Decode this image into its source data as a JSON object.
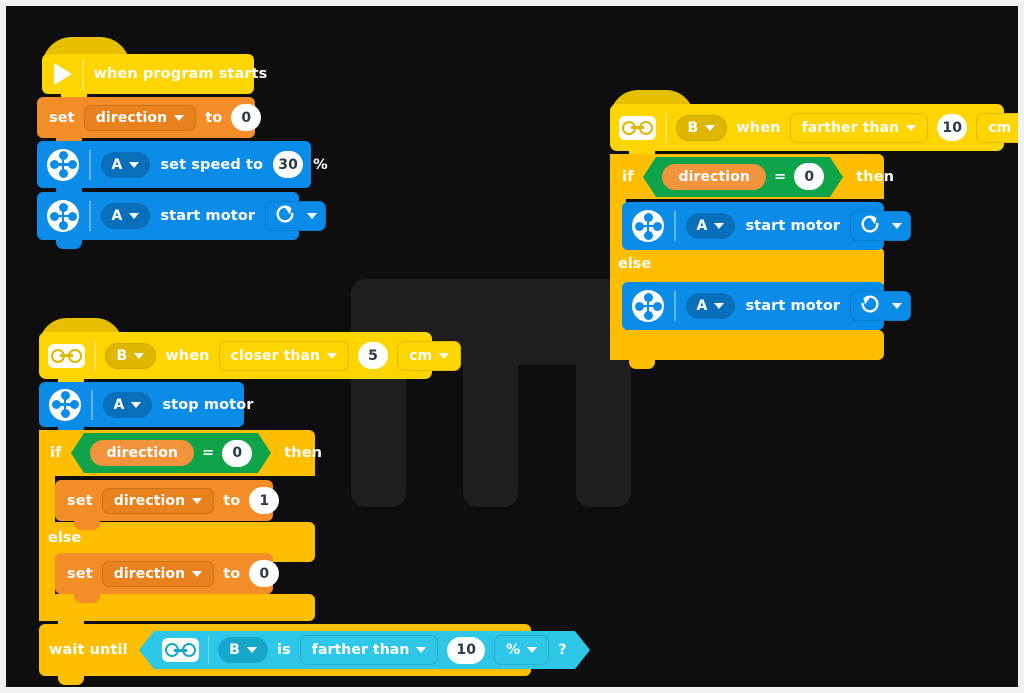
{
  "canvas": {
    "background_color": "#0e0e0e",
    "frame_color": "#f2f2f2",
    "watermark_color": "#1e1e1e",
    "watermark_glyph": "M"
  },
  "palette": {
    "hat_yellow": "#FFD500",
    "event_yellow": "#FFD500",
    "variable_orange": "#F28D28",
    "motor_blue": "#0C8CE9",
    "control_amber": "#FFBF00",
    "operator_green": "#0FA44A",
    "sensor_cyan": "#2FC7E8"
  },
  "stacks": [
    {
      "id": "stack-start",
      "name": "program-start-stack",
      "blocks": [
        {
          "id": "when-program-starts",
          "type": "hat",
          "icon": "play-icon",
          "label": "when program starts"
        },
        {
          "id": "set-direction-0",
          "type": "variable-set",
          "prefix": "set",
          "variable": "direction",
          "middle": "to",
          "value": "0"
        },
        {
          "id": "motor-set-speed",
          "type": "motor",
          "icon": "motor-icon",
          "port": "A",
          "label": "set speed to",
          "value": "30",
          "unit": "%"
        },
        {
          "id": "motor-start-cw",
          "type": "motor",
          "icon": "motor-icon",
          "port": "A",
          "label": "start motor",
          "direction_icon": "rotate-clockwise-icon"
        }
      ]
    },
    {
      "id": "stack-closer-than",
      "name": "distance-closer-than-stack",
      "blocks": [
        {
          "id": "when-closer-than",
          "type": "event-hat",
          "icon": "distance-sensor-icon",
          "port": "B",
          "label": "when",
          "comparison": "closer than",
          "value": "5",
          "unit": "cm"
        },
        {
          "id": "motor-stop",
          "type": "motor",
          "icon": "motor-icon",
          "port": "A",
          "label": "stop motor"
        },
        {
          "id": "if-else-1",
          "type": "if-else",
          "if_label": "if",
          "then_label": "then",
          "else_label": "else",
          "condition": {
            "left_variable": "direction",
            "operator": "=",
            "right_value": "0"
          },
          "then_blocks": [
            {
              "id": "set-direction-1",
              "type": "variable-set",
              "prefix": "set",
              "variable": "direction",
              "middle": "to",
              "value": "1"
            }
          ],
          "else_blocks": [
            {
              "id": "set-direction-0b",
              "type": "variable-set",
              "prefix": "set",
              "variable": "direction",
              "middle": "to",
              "value": "0"
            }
          ]
        },
        {
          "id": "wait-until-farther",
          "type": "wait-until",
          "label": "wait until",
          "condition": {
            "icon": "distance-sensor-icon",
            "port": "B",
            "verb": "is",
            "comparison": "farther than",
            "value": "10",
            "unit": "%",
            "question_mark": "?"
          }
        }
      ]
    },
    {
      "id": "stack-farther-than",
      "name": "distance-farther-than-stack",
      "blocks": [
        {
          "id": "when-farther-than",
          "type": "event-hat",
          "icon": "distance-sensor-icon",
          "port": "B",
          "label": "when",
          "comparison": "farther than",
          "value": "10",
          "unit": "cm"
        },
        {
          "id": "if-else-2",
          "type": "if-else",
          "if_label": "if",
          "then_label": "then",
          "else_label": "else",
          "condition": {
            "left_variable": "direction",
            "operator": "=",
            "right_value": "0"
          },
          "then_blocks": [
            {
              "id": "motor-start-cw-2",
              "type": "motor",
              "icon": "motor-icon",
              "port": "A",
              "label": "start motor",
              "direction_icon": "rotate-clockwise-icon"
            }
          ],
          "else_blocks": [
            {
              "id": "motor-start-ccw",
              "type": "motor",
              "icon": "motor-icon",
              "port": "A",
              "label": "start motor",
              "direction_icon": "rotate-counterclockwise-icon"
            }
          ]
        }
      ]
    }
  ]
}
